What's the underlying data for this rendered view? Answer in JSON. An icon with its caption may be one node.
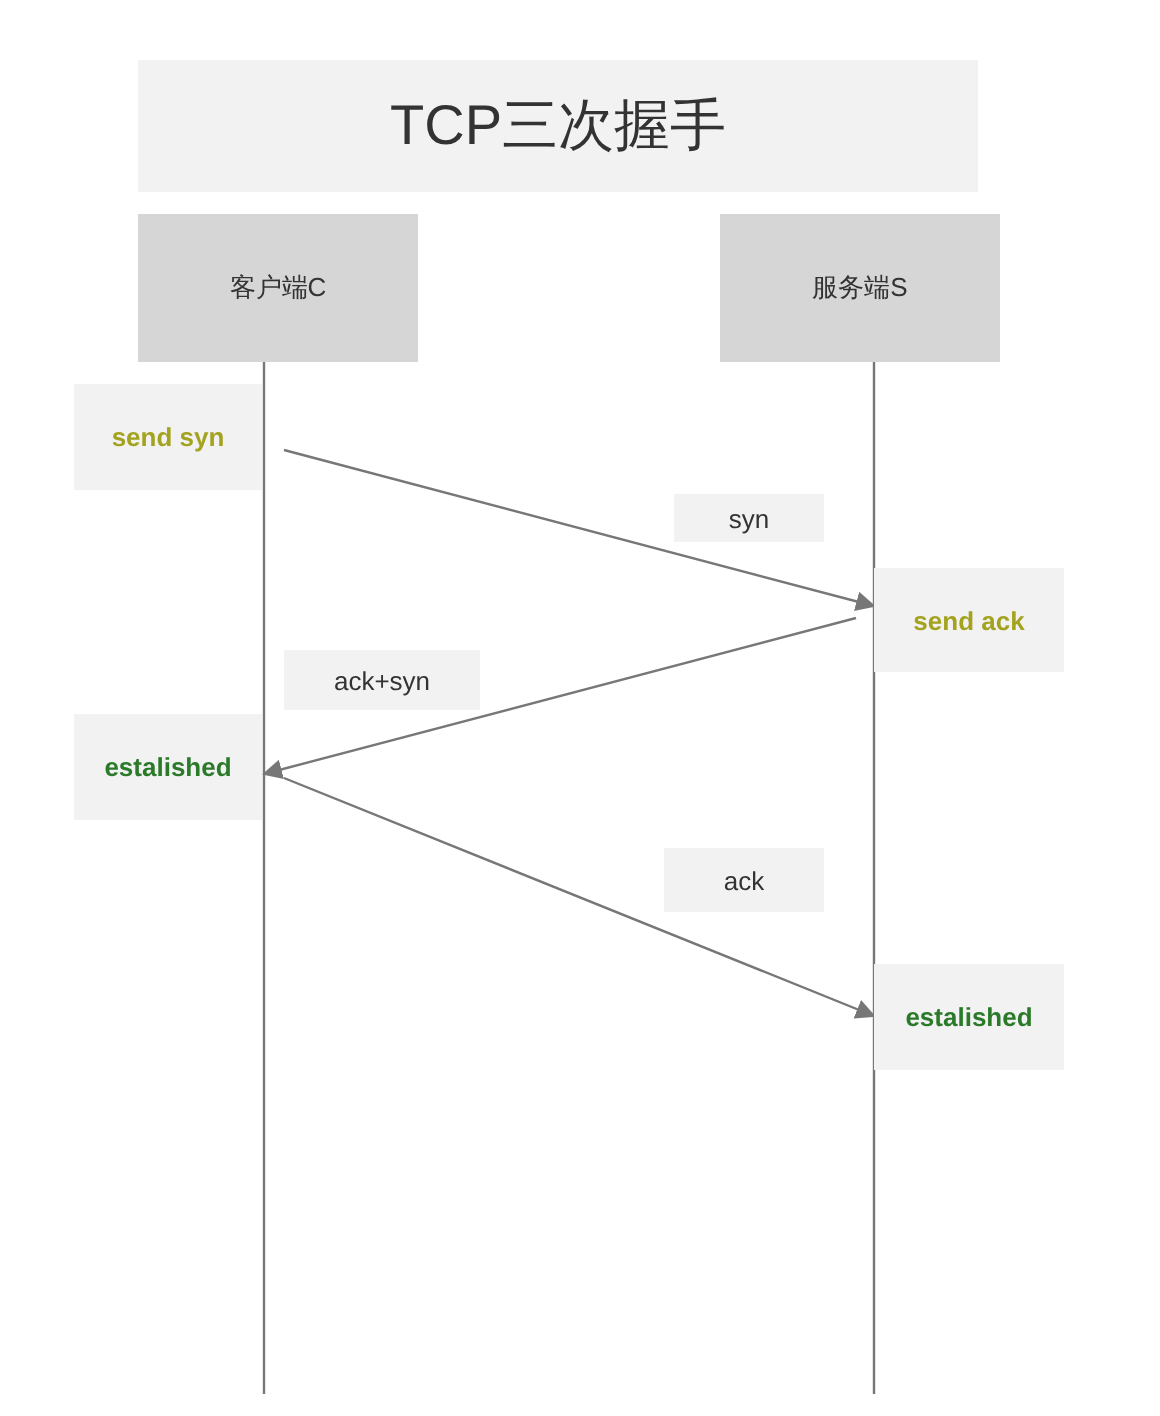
{
  "diagram": {
    "title": "TCP三次握手",
    "nodes": [
      {
        "text": [
          "客户端C"
        ]
      },
      {
        "text": [
          "服务端S"
        ]
      },
      {
        "text": [
          "send syn"
        ]
      },
      {
        "text": [
          "send ack"
        ]
      },
      {
        "text": [
          "estalished"
        ]
      },
      {
        "text": [
          "estalished"
        ]
      }
    ],
    "edges": [
      {
        "from": 2,
        "to": 3,
        "arrow": "to",
        "label": "syn"
      },
      {
        "from": 3,
        "to": 4,
        "arrow": "to",
        "label": "ack+syn"
      },
      {
        "from": 4,
        "to": 5,
        "arrow": "to",
        "label": "ack"
      }
    ]
  }
}
